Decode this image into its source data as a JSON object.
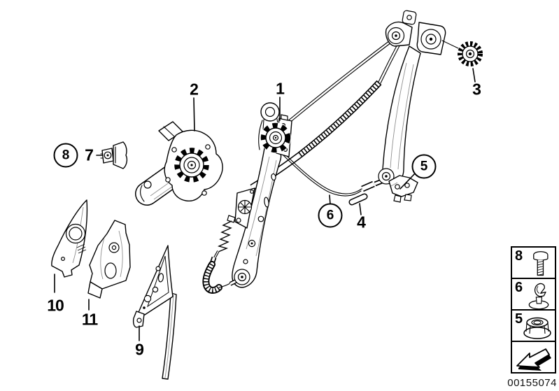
{
  "diagram": {
    "type": "exploded-parts-diagram",
    "subject": "door window lifting mechanism with motor drive",
    "background_color": "#ffffff",
    "line_color": "#000000",
    "inner_line_color": "#909090"
  },
  "callouts": {
    "item1": {
      "label": "1",
      "circled": false,
      "points_to": "cable-drum-guide-rail"
    },
    "item2": {
      "label": "2",
      "circled": false,
      "points_to": "window-motor-drive"
    },
    "item3": {
      "label": "3",
      "circled": false,
      "points_to": "drive-gear"
    },
    "item4": {
      "label": "4",
      "circled": false,
      "points_to": "pin"
    },
    "item5": {
      "label": "5",
      "circled": true,
      "points_to": "lower-bracket"
    },
    "item6": {
      "label": "6",
      "circled": true,
      "points_to": "bowden-cable"
    },
    "item7": {
      "label": "7",
      "circled": false,
      "points_to": "fastening-clip"
    },
    "item8": {
      "label": "8",
      "circled": true,
      "points_to": "bolt"
    },
    "item9": {
      "label": "9",
      "circled": false,
      "points_to": "window-guide-triangle"
    },
    "item10": {
      "label": "10",
      "circled": false,
      "points_to": "mirror-triangle-cover"
    },
    "item11": {
      "label": "11",
      "circled": false,
      "points_to": "corner-bracket"
    }
  },
  "legend": {
    "rows": [
      {
        "label": "8",
        "icon": "bolt-icon"
      },
      {
        "label": "6",
        "icon": "clip-icon"
      },
      {
        "label": "5",
        "icon": "flange-nut-icon"
      }
    ],
    "arrow_icon": "direction-arrow-icon"
  },
  "footer": {
    "part_number": "00155074"
  }
}
